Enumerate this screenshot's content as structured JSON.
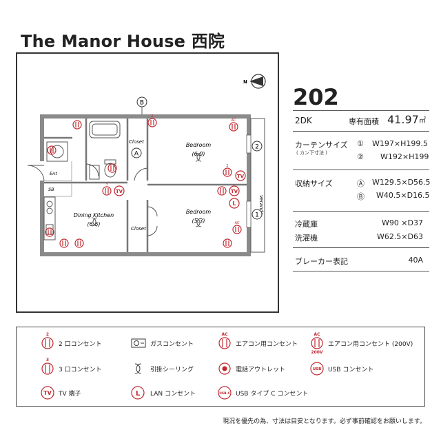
{
  "header": {
    "title": "The Manor House 西院"
  },
  "plan": {
    "compass_label": "N",
    "marker_b": "B",
    "marker_a": "A",
    "marker_1": "1",
    "marker_2": "2",
    "closet_a": "Closet",
    "closet_b": "Closet",
    "bedroom1_name": "Bedroom",
    "bedroom1_size": "(6.0)",
    "bedroom2_name": "Bedroom",
    "bedroom2_size": "(5.3)",
    "dk_name": "Dining Kitchen",
    "dk_size": "(6.6)",
    "entrance": "Ent",
    "shoebox": "SB",
    "veranda": "Veranda",
    "outlet_2": "2",
    "outlet_3": "3",
    "ac": "AC",
    "tv": "TV",
    "lan": "L"
  },
  "info": {
    "unit": "202",
    "type": "2DK",
    "area_label": "専有面積",
    "area_value": "41.97",
    "area_unit": "㎡",
    "curtain_label": "カーテンサイズ",
    "curtain_note": "( カン下寸法 )",
    "curtain_1_mark": "①",
    "curtain_1": "W197×H199.5",
    "curtain_2_mark": "②",
    "curtain_2": "W192×H199",
    "storage_label": "収納サイズ",
    "storage_a_mark": "Ⓐ",
    "storage_a": "W129.5×D56.5",
    "storage_b_mark": "Ⓑ",
    "storage_b": "W40.5×D16.5",
    "fridge_label": "冷蔵庫",
    "fridge_value": "W90 ×D37",
    "washer_label": "洗濯機",
    "washer_value": "W62.5×D63",
    "breaker_label": "ブレーカー表記",
    "breaker_value": "40A"
  },
  "legend": {
    "outlet2": "2 口コンセント",
    "outlet3": "3 口コンセント",
    "tv": "TV 端子",
    "gas": "ガスコンセント",
    "ceiling": "引掛シーリング",
    "lan": "LAN コンセント",
    "ac": "エアコン用コンセント",
    "phone": "電話アウトレット",
    "usbc": "USB タイプ C コンセント",
    "ac200": "エアコン用コンセント (200V)",
    "usb": "USB コンセント",
    "sym_2": "2",
    "sym_3": "3",
    "sym_tv": "TV",
    "sym_l": "L",
    "sym_ac": "AC",
    "sym_200v": "200V",
    "sym_usb": "USB",
    "sym_usbc": "USB-C"
  },
  "footer": {
    "note": "現況を優先の為、寸法は目安となります。必ず事前確認をお願いします。"
  },
  "colors": {
    "accent": "#c0272d",
    "wall": "#8a8a8a",
    "line": "#333333"
  }
}
